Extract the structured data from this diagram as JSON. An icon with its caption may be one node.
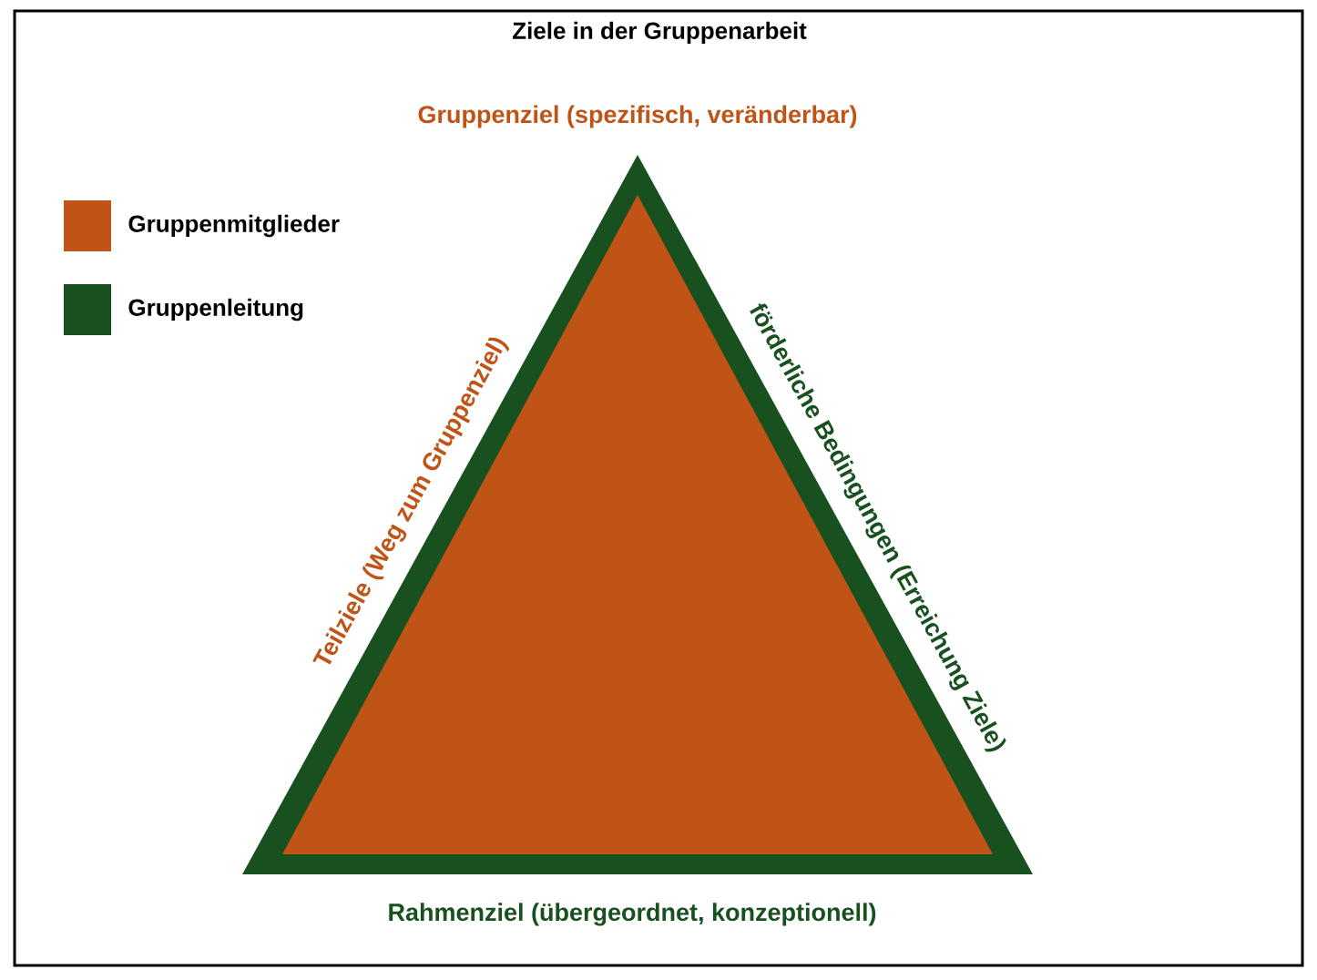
{
  "diagram": {
    "title": "Ziele in der Gruppenarbeit",
    "nodes": [
      {
        "text": [],
        "shape": "triangle"
      }
    ],
    "edges": [],
    "labels": [
      "Gruppenziel (spezifisch, veränderbar)",
      "Teilziele (Weg zum Gruppenziel)",
      "förderliche Bedingungen (Erreichung Ziele)",
      "Rahmenziel (übergeordnet, konzeptionell)"
    ],
    "legend": [
      {
        "text": "Gruppenmitglieder",
        "color": "#c05316"
      },
      {
        "text": "Gruppenleitung",
        "color": "#185020"
      }
    ]
  }
}
